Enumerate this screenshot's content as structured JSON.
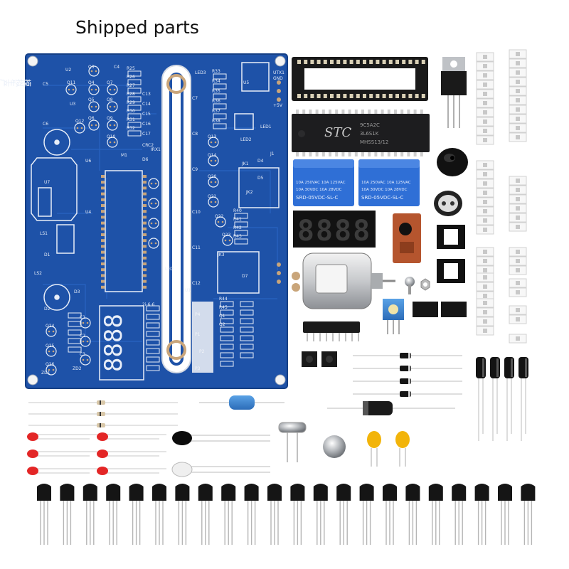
{
  "caption": "Shipped parts",
  "pcb": {
    "board_text_vertical": "模拟生产流水线",
    "labels": [
      "U2",
      "U3",
      "U4",
      "U5",
      "U6",
      "U7",
      "LS1",
      "LS2",
      "R25",
      "R26",
      "R27",
      "R28",
      "R29",
      "R30",
      "R31",
      "R32",
      "R33",
      "R34",
      "R35",
      "R36",
      "R37",
      "R38",
      "R40",
      "R41",
      "R42",
      "R43",
      "R44",
      "R45",
      "Q1",
      "Q2",
      "Q3",
      "Q4",
      "Q5",
      "Q6",
      "Q7",
      "Q8",
      "Q9",
      "Q10",
      "Q11",
      "Q12",
      "Q13",
      "Q14",
      "Q20",
      "Q21",
      "Q22",
      "Q23",
      "Q24",
      "Q25",
      "Q26",
      "C1",
      "C2",
      "C3",
      "C4",
      "C5",
      "C6",
      "C7",
      "C8",
      "C9",
      "C10",
      "C11",
      "C12",
      "C13",
      "C14",
      "C15",
      "C16",
      "C17",
      "JK1",
      "JK2",
      "JK3",
      "LED1",
      "LED2",
      "LED3",
      "CRC2",
      "IRX1",
      "UTX1",
      "+5V",
      "GND",
      "J1",
      "D1",
      "D2",
      "D3",
      "D4",
      "D5",
      "D6",
      "D7",
      "M1",
      "U1",
      "P1",
      "P2",
      "P3",
      "P4",
      "LED",
      "ZD1",
      "ZD2",
      "2i-6-6"
    ],
    "display_digits": "8888"
  },
  "components": {
    "ic_brand": "STC",
    "ic_marking_lines": [
      "9C5A2C",
      "3L6S1K",
      "MHSS13/12"
    ],
    "relay_lines": [
      "10A 250VAC  10A 125VAC",
      "10A 30VDC  10A 28VDC",
      "SRD-05VDC-SL-C"
    ],
    "seven_segment_text": "8888"
  },
  "colors": {
    "pcb": "#1e52a8",
    "pcb_dark": "#163f86",
    "silkscreen": "#e8eef8",
    "copper_pad": "#c9a57a",
    "relay": "#2f6fd6",
    "led_red": "#e32626",
    "transistor": "#151515"
  }
}
